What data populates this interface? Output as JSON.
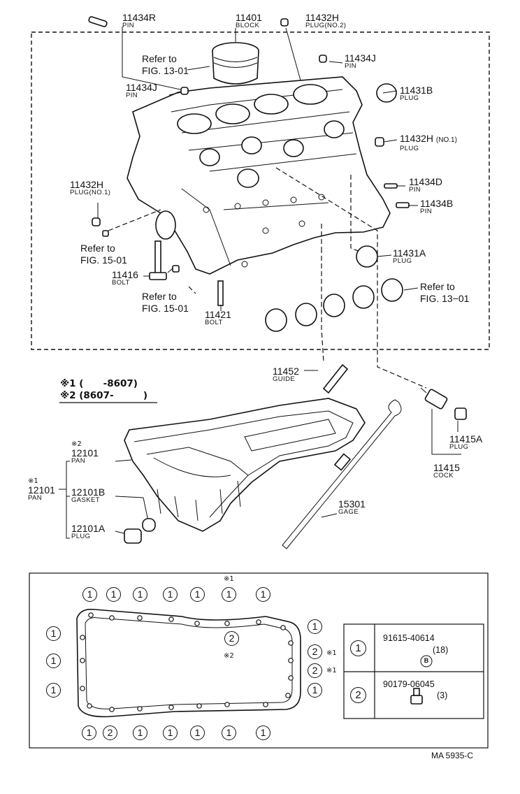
{
  "labels": {
    "p11434R": {
      "num": "11434R",
      "name": "PIN"
    },
    "p11401": {
      "num": "11401",
      "name": "BLOCK"
    },
    "p11432H_top": {
      "num": "11432H",
      "name": "PLUG(NO.2)"
    },
    "p11434J_r": {
      "num": "11434J",
      "name": "PIN"
    },
    "p11434J_l": {
      "num": "11434J",
      "name": "PIN"
    },
    "p11431B": {
      "num": "11431B",
      "name": "PLUG"
    },
    "p11432H_r": {
      "num": "11432H",
      "name": "PLUG",
      "extra": "(NO.1)"
    },
    "p11434D": {
      "num": "11434D",
      "name": "PIN"
    },
    "p11434B": {
      "num": "11434B",
      "name": "PIN"
    },
    "p11432H_l": {
      "num": "11432H",
      "name": "PLUG(NO.1)"
    },
    "p11431A": {
      "num": "11431A",
      "name": "PLUG"
    },
    "p11416": {
      "num": "11416",
      "name": "BOLT"
    },
    "p11421": {
      "num": "11421",
      "name": "BOLT"
    },
    "p11452": {
      "num": "11452",
      "name": "GUIDE"
    },
    "p12101_pan": {
      "num": "12101",
      "name": "PAN",
      "mark": "※2"
    },
    "p12101_main": {
      "num": "12101",
      "name": "PAN",
      "mark": "※1"
    },
    "p12101B": {
      "num": "12101B",
      "name": "GASKET"
    },
    "p12101A": {
      "num": "12101A",
      "name": "PLUG"
    },
    "p15301": {
      "num": "15301",
      "name": "GAGE"
    },
    "p11415A": {
      "num": "11415A",
      "name": "PLUG"
    },
    "p11415": {
      "num": "11415",
      "name": "COCK"
    }
  },
  "refs": {
    "ref_fig13_top_a": "Refer to",
    "ref_fig13_top_b": "FIG. 13-01",
    "ref_fig15_l_a": "Refer to",
    "ref_fig15_l_b": "FIG. 15-01",
    "ref_fig15_b_a": "Refer to",
    "ref_fig15_b_b": "FIG. 15-01",
    "ref_fig13_r_a": "Refer to",
    "ref_fig13_r_b": "FIG. 13−01"
  },
  "legend": {
    "line1": "※1 (      -8607)",
    "line2": "※2 (8607-         )"
  },
  "bolt_chart": {
    "mark1": "※1",
    "mark2": "※2",
    "circle1": "1",
    "circle2": "2",
    "table": [
      {
        "key": "1",
        "part": "91615-40614",
        "qty": "(18)",
        "symbol": "B"
      },
      {
        "key": "2",
        "part": "90179-06045",
        "qty": "(3)"
      }
    ]
  },
  "footer": {
    "code": "MA 5935-C"
  }
}
